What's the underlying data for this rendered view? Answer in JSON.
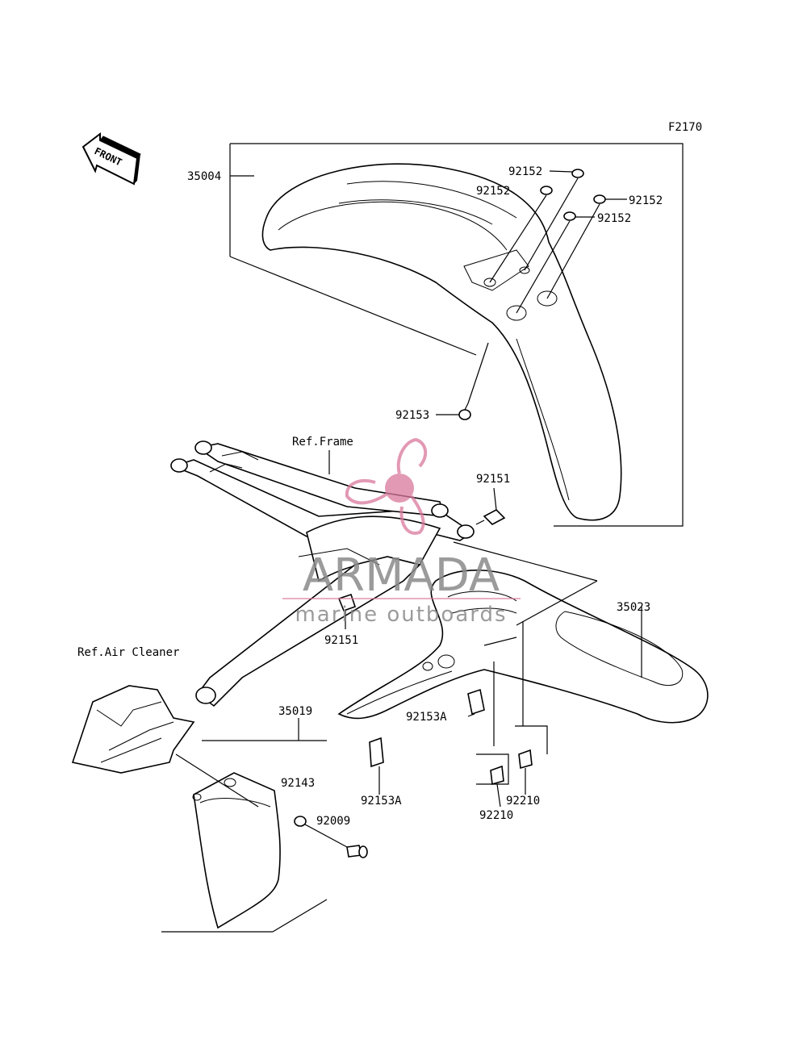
{
  "figure_code": "F2170",
  "front_arrow_label": "FRONT",
  "watermark": {
    "brand": "ARMADA",
    "tagline": "marine outboards",
    "brand_color": "#8a8a8a",
    "logo_color": "#d9789c"
  },
  "callouts": {
    "front_fender": "35004",
    "rear_fender": "35023",
    "mud_flap": "35019",
    "washer_a": "92152",
    "washer_b": "92152",
    "washer_c": "92152",
    "washer_d": "92152",
    "bolt_front": "92153",
    "bolt_upper": "92151",
    "bolt_mid": "92151",
    "bolt_a1": "92153A",
    "bolt_a2": "92153A",
    "nut_a": "92210",
    "nut_b": "92210",
    "flap_bracket": "92143",
    "flap_bolt": "92009"
  },
  "references": {
    "frame": "Ref.Frame",
    "air_cleaner": "Ref.Air Cleaner"
  }
}
